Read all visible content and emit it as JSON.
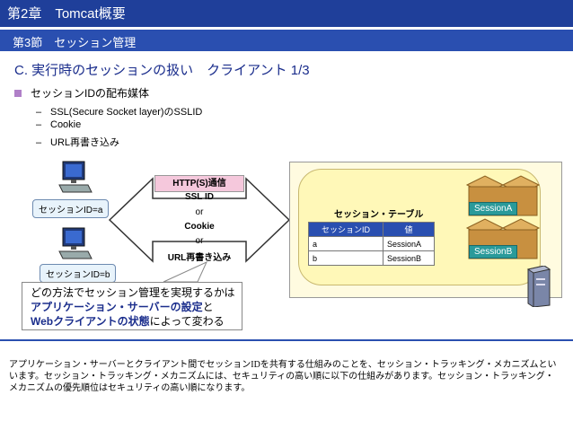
{
  "header": {
    "chapter_title": "第2章　Tomcat概要",
    "section_title": "第3節　セッション管理"
  },
  "slide": {
    "title": "C. 実行時のセッションの扱い　クライアント 1/3",
    "bullet": "セッションIDの配布媒体",
    "sub_items": [
      "SSL(Secure Socket layer)のSSLID",
      "Cookie",
      "URL再書き込み"
    ],
    "dash": "–"
  },
  "diagram": {
    "client_a": "セッションID=a",
    "client_b": "セッションID=b",
    "http_header": "HTTP(S)通信",
    "mid_lines": [
      "SSL ID",
      "or",
      "Cookie",
      "or",
      "URL再書き込み"
    ],
    "table_title": "セッション・テーブル",
    "table_headers": [
      "セッションID",
      "値"
    ],
    "table_rows": [
      [
        "a",
        "SessionA"
      ],
      [
        "b",
        "SessionB"
      ]
    ],
    "box_a": "SessionA",
    "box_b": "SessionB"
  },
  "callout": {
    "line1": "どの方法でセッション管理を実現するかは",
    "line2_emph": "アプリケーション・サーバーの設定",
    "line2_rest": "と",
    "line3_emph": "Webクライアントの状態",
    "line3_rest": "によって変わる"
  },
  "footer": {
    "text": "アプリケーション・サーバーとクライアント間でセッションIDを共有する仕組みのことを、セッション・トラッキング・メカニズムといいます。セッション・トラッキング・メカニズムには、セキュリティの高い順に以下の仕組みがあります。セッション・トラッキング・メカニズムの優先順位はセキュリティの高い順になります。"
  },
  "colors": {
    "header_bg": "#1f3f9a",
    "section_bg": "#2a4fb0",
    "title_text": "#1a2d8c",
    "http_header_bg": "#f5c8dc",
    "server_area_bg": "#fff8b8",
    "box_label_bg": "#2a9a9a"
  },
  "icons": [
    "computer-icon",
    "box-icon",
    "server-tower-icon",
    "double-arrow-icon"
  ]
}
